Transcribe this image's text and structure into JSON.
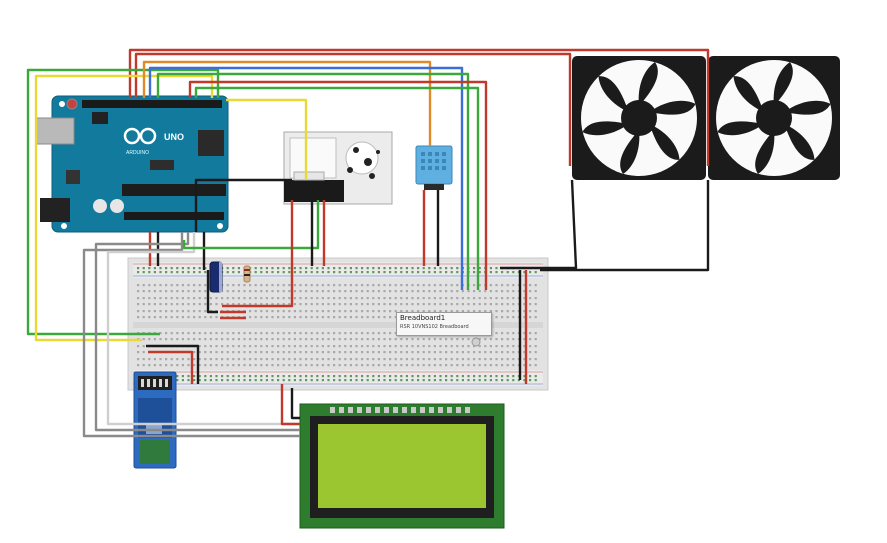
{
  "arduino": {
    "name": "Arduino UNO",
    "logo_text": "UNO",
    "brand_text": "ARDUINO",
    "color": "#127a9c"
  },
  "breadboard": {
    "tooltip_title": "Breadboard1",
    "tooltip_subtitle": "RSR 10VNS102 Breadboard"
  },
  "components": {
    "dust_sensor": "dust-sensor",
    "temp_sensor": "dht-temperature-humidity-sensor",
    "fans": [
      "cooling-fan-1",
      "cooling-fan-2"
    ],
    "lcd": "lcd-20x4-display",
    "bluetooth": "bluetooth-module",
    "capacitor": "electrolytic-capacitor",
    "resistor": "resistor"
  },
  "colors": {
    "wire_red": "#c0392b",
    "wire_green": "#3aa83a",
    "wire_yellow": "#e8d934",
    "wire_blue": "#3a6fd8",
    "wire_orange": "#e08a2c",
    "wire_black": "#1a1a1a",
    "wire_gray": "#8a8a8a",
    "lcd_screen": "#9bc62f",
    "fan_body": "#1b1b1b"
  }
}
